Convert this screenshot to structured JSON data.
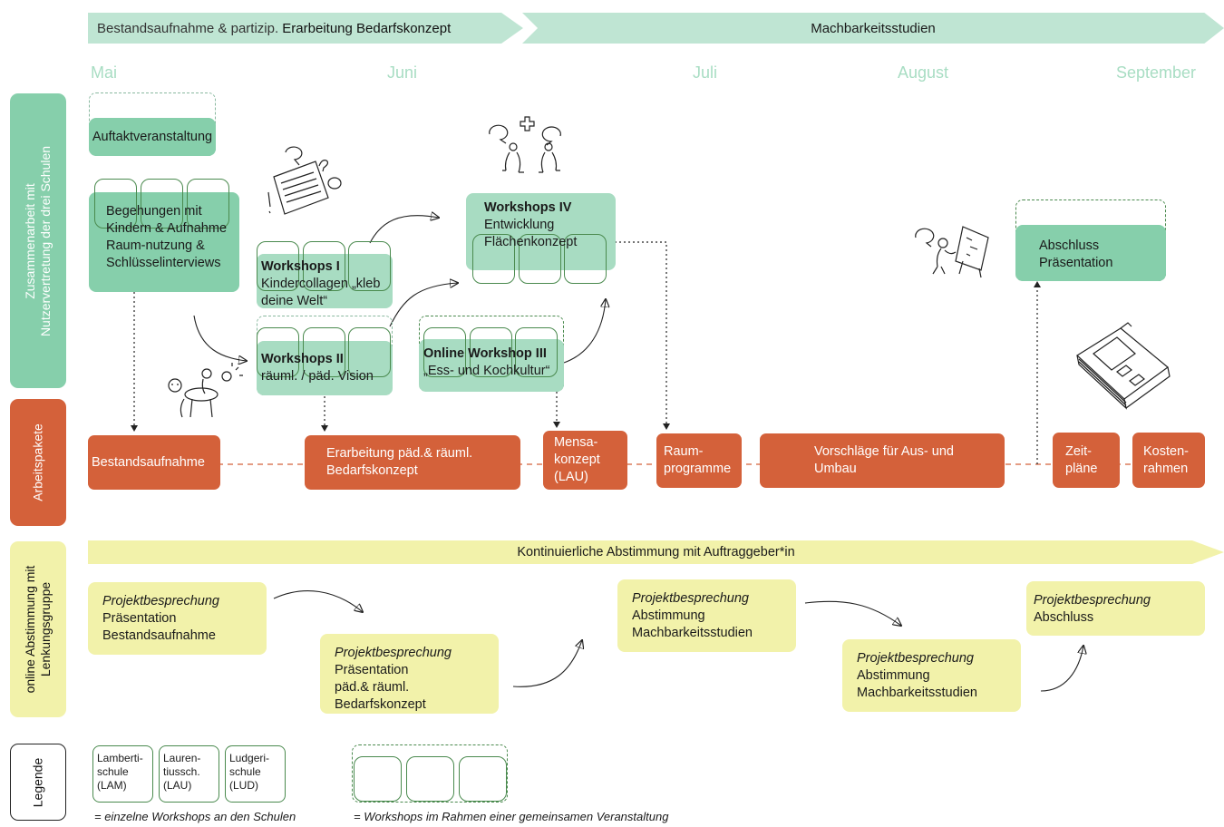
{
  "phases": {
    "p1_prefix": "Bestandsaufnahme & partizip.",
    "p1_suffix": "Erarbeitung Bedarfskonzept",
    "p2": "Machbarkeitsstudien"
  },
  "months": [
    "Mai",
    "Juni",
    "Juli",
    "August",
    "September"
  ],
  "rows": {
    "collab": "Zusammenarbeit mit\nNutzervertretung der drei Schulen",
    "packages": "Arbeitspakete",
    "online": "online Abstimmung mit\nLenkungsgruppe",
    "legend": "Legende"
  },
  "green_boxes": {
    "auftakt": "Auftaktveranstaltung",
    "begehungen": "Begehungen mit Kindern & Aufnahme Raum-nutzung & Schlüsselinterviews",
    "ws1_title": "Workshops I",
    "ws1_text": "Kindercollagen „kleb deine Welt“",
    "ws2_title": "Workshops II",
    "ws2_text": "räuml. / päd. Vision",
    "ws3_title": "Online Workshop III",
    "ws3_text": "„Ess- und Kochkultur“",
    "ws4_title": "Workshops IV",
    "ws4_text": "Entwicklung Flächenkonzept",
    "abschluss": "Abschluss Präsentation"
  },
  "packages": {
    "bestand": "Bestandsaufnahme",
    "bedarf": "Erarbeitung päd.& räuml. Bedarfskonzept",
    "mensa": "Mensa-konzept (LAU)",
    "raum": "Raum-programme",
    "vorschlaege": "Vorschläge für Aus- und Umbau",
    "zeit": "Zeit-pläne",
    "kosten": "Kosten-rahmen"
  },
  "continuous": "Kontinuierliche Abstimmung mit Auftraggeber*in",
  "meetings": [
    {
      "title": "Projektbesprechung",
      "text": "Präsentation Bestandsaufnahme"
    },
    {
      "title": "Projektbesprechung",
      "text": "Präsentation päd.& räuml. Bedarfskonzept"
    },
    {
      "title": "Projektbesprechung",
      "text": "Abstimmung Machbarkeitsstudien"
    },
    {
      "title": "Projektbesprechung",
      "text": "Abstimmung Machbarkeitsstudien"
    },
    {
      "title": "Projektbesprechung",
      "text": "Abschluss"
    }
  ],
  "legend": {
    "school1": "Lamberti-schule (LAM)",
    "school2": "Lauren-tiussch. (LAU)",
    "school3": "Ludgeri-schule (LUD)",
    "caption1": "= einzelne Workshops an den Schulen",
    "caption2": "= Workshops im Rahmen einer gemeinsamen Veranstaltung"
  },
  "colors": {
    "green_light": "#a8dcc2",
    "green_mid": "#86cfab",
    "orange": "#d4613a",
    "yellow": "#f2f2aa",
    "month_text": "#a8ddc3"
  }
}
